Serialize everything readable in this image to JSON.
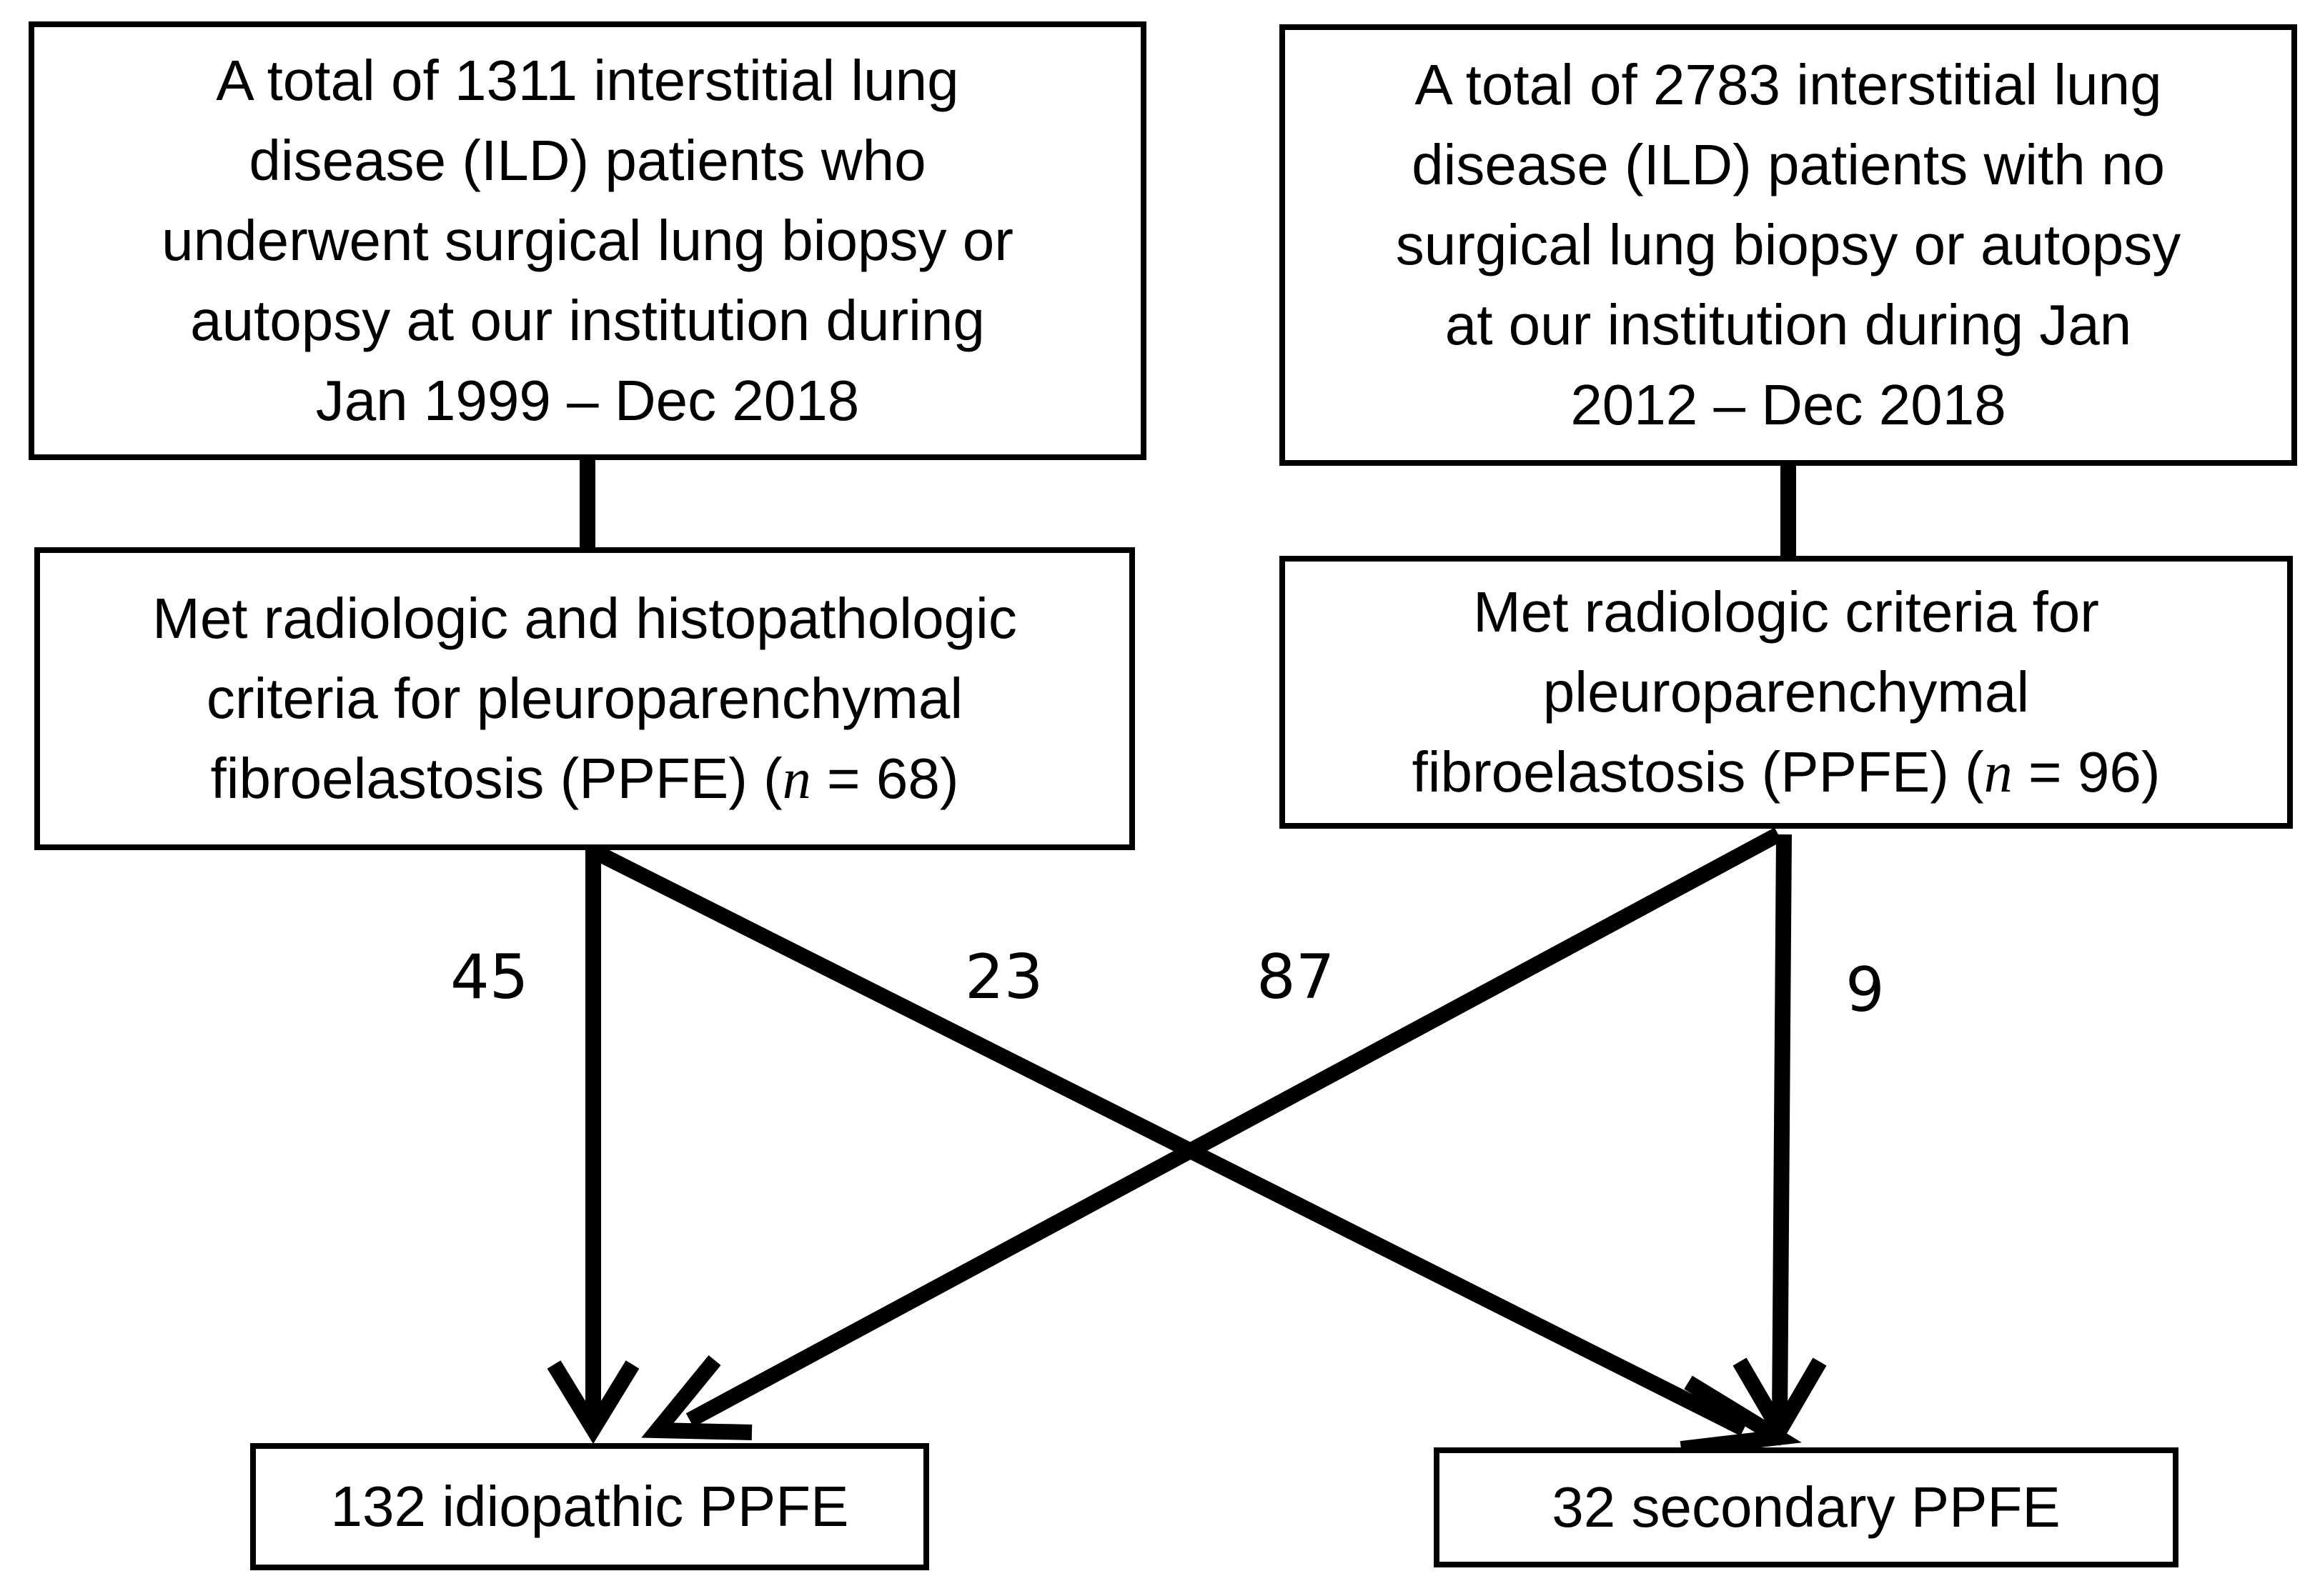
{
  "boxes": {
    "left_top": "A total of 1311 interstitial lung\ndisease (ILD) patients who\nunderwent surgical lung biopsy or\nautopsy at our institution during\nJan 1999 – Dec 2018",
    "right_top": "A total of 2783 interstitial lung\ndisease (ILD) patients with no\nsurgical lung biopsy or autopsy\nat our institution during Jan\n2012 – Dec 2018",
    "left_mid": {
      "line1": "Met radiologic and histopathologic",
      "line2": "criteria for pleuroparenchymal",
      "line3_prefix": "fibroelastosis (PPFE) (",
      "n": "n",
      "line3_suffix": " = 68)"
    },
    "right_mid": {
      "line1": "Met radiologic criteria for",
      "line2": "pleuroparenchymal",
      "line3_prefix": "fibroelastosis (PPFE) (",
      "n": "n",
      "line3_suffix": " = 96)"
    },
    "left_bottom": "132 idiopathic PPFE",
    "right_bottom": "32 secondary PPFE"
  },
  "arrow_counts": {
    "left_to_idiopathic": "45",
    "left_to_secondary": "23",
    "right_to_idiopathic": "87",
    "right_to_secondary": "9"
  },
  "colors": {
    "line": "#000000",
    "background": "#ffffff"
  }
}
